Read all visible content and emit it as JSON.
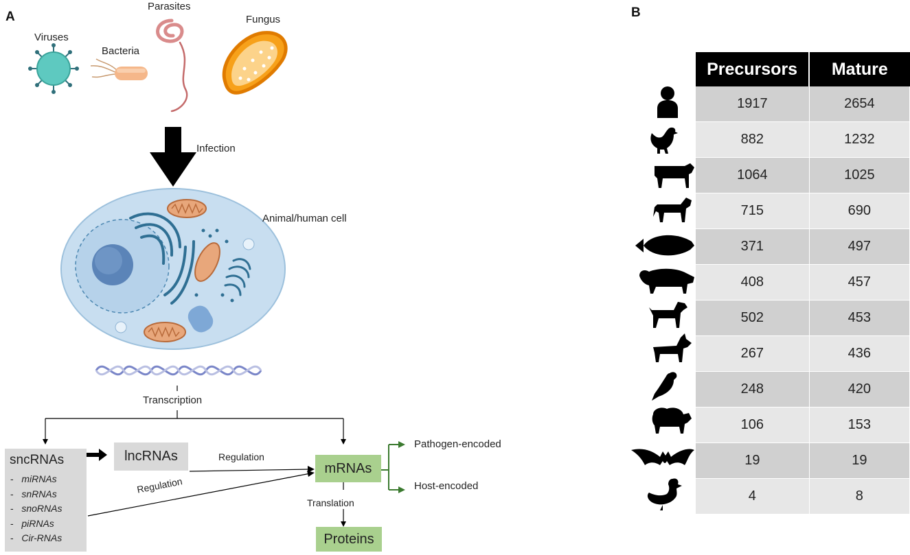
{
  "panel_a": {
    "letter": "A",
    "pathogens": [
      {
        "label": "Viruses",
        "icon": "virus-icon"
      },
      {
        "label": "Bacteria",
        "icon": "bacterium-icon"
      },
      {
        "label": "Parasites",
        "icon": "worm-icon"
      },
      {
        "label": "Fungus",
        "icon": "fungus-icon"
      }
    ],
    "infection_label": "Infection",
    "cell_label": "Animal/human cell",
    "transcription_label": "Transcription",
    "sncrnas": {
      "title": "sncRNAs",
      "items": [
        "miRNAs",
        "snRNAs",
        "snoRNAs",
        "piRNAs",
        "Cir-RNAs"
      ],
      "bullet": "-"
    },
    "lncrnas_label": "lncRNAs",
    "regulation_label_1": "Regulation",
    "regulation_label_2": "Regulation",
    "mrnas_label": "mRNAs",
    "pathogen_encoded_label": "Pathogen-encoded",
    "host_encoded_label": "Host-encoded",
    "translation_label": "Translation",
    "proteins_label": "Proteins",
    "colors": {
      "green_box": "#a9d08e",
      "gray_box": "#d9d9d9",
      "cell": "#c5dcee",
      "organelle": "#2f6f93"
    }
  },
  "panel_b": {
    "letter": "B",
    "headers": [
      "Precursors",
      "Mature"
    ],
    "rows": [
      {
        "species_icon": "human-icon",
        "precursors": "1917",
        "mature": "2654"
      },
      {
        "species_icon": "chicken-icon",
        "precursors": "882",
        "mature": "1232"
      },
      {
        "species_icon": "cow-icon",
        "precursors": "1064",
        "mature": "1025"
      },
      {
        "species_icon": "horse-icon",
        "precursors": "715",
        "mature": "690"
      },
      {
        "species_icon": "fish-icon",
        "precursors": "371",
        "mature": "497"
      },
      {
        "species_icon": "pig-icon",
        "precursors": "408",
        "mature": "457"
      },
      {
        "species_icon": "dog-icon",
        "precursors": "502",
        "mature": "453"
      },
      {
        "species_icon": "goat-icon",
        "precursors": "267",
        "mature": "436"
      },
      {
        "species_icon": "bird-icon",
        "precursors": "248",
        "mature": "420"
      },
      {
        "species_icon": "sheep-icon",
        "precursors": "106",
        "mature": "153"
      },
      {
        "species_icon": "bat-icon",
        "precursors": "19",
        "mature": "19"
      },
      {
        "species_icon": "duck-icon",
        "precursors": "4",
        "mature": "8"
      }
    ]
  }
}
